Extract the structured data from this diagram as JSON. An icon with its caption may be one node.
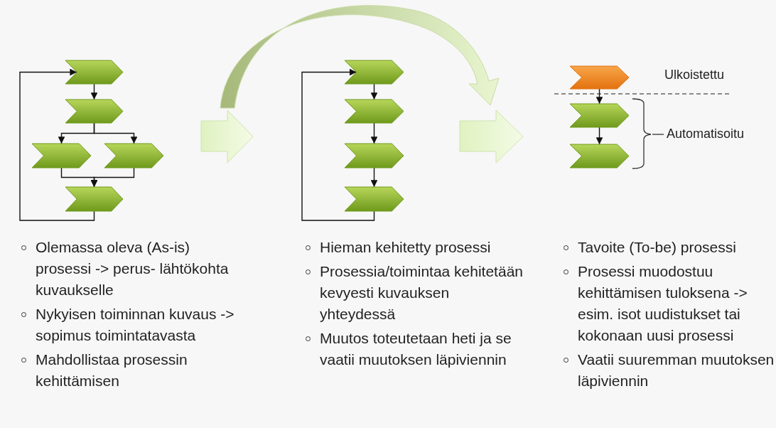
{
  "diagram": {
    "nodes": [
      {
        "text": [],
        "shape": "chevron"
      },
      {
        "text": [],
        "shape": "chevron"
      },
      {
        "text": [],
        "shape": "chevron"
      },
      {
        "text": [],
        "shape": "chevron"
      },
      {
        "text": [],
        "shape": "chevron"
      },
      {
        "text": [],
        "shape": "chevron"
      },
      {
        "text": [],
        "shape": "chevron"
      },
      {
        "text": [],
        "shape": "chevron"
      },
      {
        "text": [],
        "shape": "chevron"
      },
      {
        "text": [],
        "shape": "chevron"
      },
      {
        "text": [],
        "shape": "chevron"
      },
      {
        "text": [],
        "shape": "chevron"
      }
    ],
    "edges": [
      {
        "from": 0,
        "to": 1,
        "arrow": "to"
      },
      {
        "from": 1,
        "to": 2,
        "arrow": "to"
      },
      {
        "from": 1,
        "to": 3,
        "arrow": "to"
      },
      {
        "from": 2,
        "to": 4,
        "arrow": "to"
      },
      {
        "from": 3,
        "to": 4,
        "arrow": "to"
      },
      {
        "from": 4,
        "to": 0,
        "arrow": "to"
      },
      {
        "from": 5,
        "to": 6,
        "arrow": "to"
      },
      {
        "from": 6,
        "to": 7,
        "arrow": "to"
      },
      {
        "from": 7,
        "to": 8,
        "arrow": "to"
      },
      {
        "from": 8,
        "to": 5,
        "arrow": "to"
      },
      {
        "from": 9,
        "to": 10,
        "arrow": "to"
      },
      {
        "from": 10,
        "to": 11,
        "arrow": "to"
      }
    ],
    "labels": [
      "Ulkoistettu",
      "Automatisoitu",
      "Olemassa oleva (As-is) prosessi -> perus- lähtökohta kuvaukselle",
      "Nykyisen toiminnan kuvaus -> sopimus toimintatavasta",
      "Mahdollistaa prosessin kehittämisen",
      "Hieman kehitetty prosessi",
      "Prosessia/toimintaa kehitetään kevyesti kuvauksen yhteydessä",
      "Muutos toteutetaan heti ja se vaatii muutoksen läpiviennin",
      "Tavoite (To-be) prosessi",
      "Prosessi muodostuu kehittämisen tuloksena -> esim. isot uudistukset tai kokonaan uusi prosessi",
      "Vaatii suuremman muutoksen läpiviennin"
    ]
  }
}
